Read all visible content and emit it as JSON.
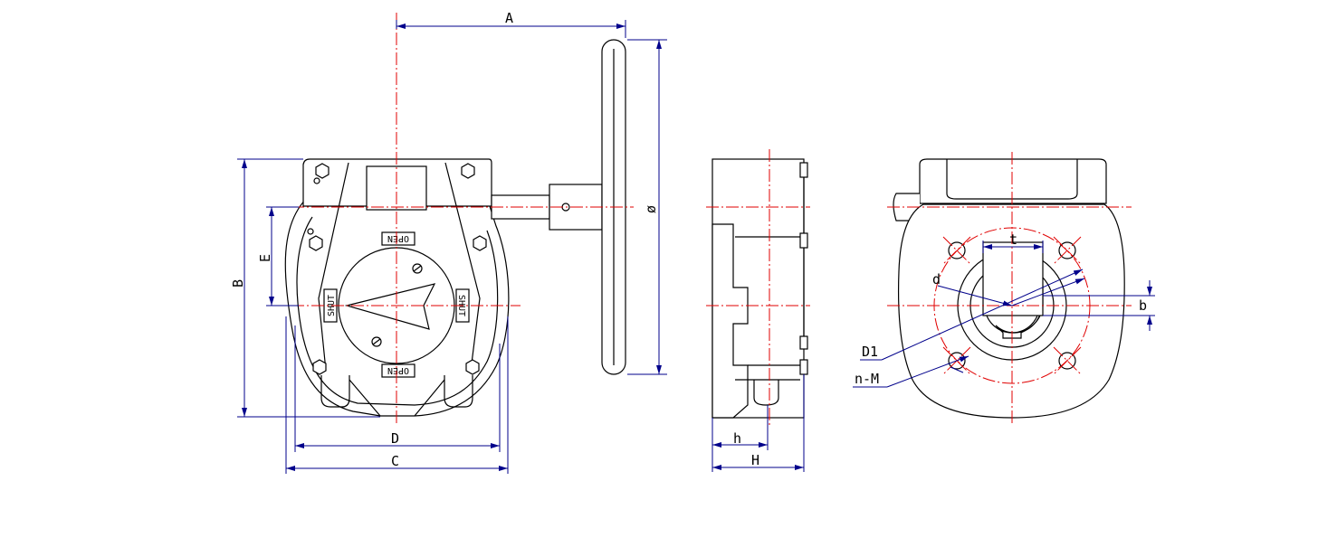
{
  "colors": {
    "outline": "#000000",
    "centerline": "#e00000",
    "dimension": "#00008b",
    "background": "#ffffff"
  },
  "labels": {
    "A": "A",
    "B": "B",
    "C": "C",
    "D": "D",
    "E": "E",
    "diameter": "ø",
    "h": "h",
    "H": "H",
    "t": "t",
    "d": "d",
    "b": "b",
    "D1": "D1",
    "nM": "n-M"
  },
  "indicator": {
    "open": "OPEN",
    "shut": "SHUT"
  }
}
